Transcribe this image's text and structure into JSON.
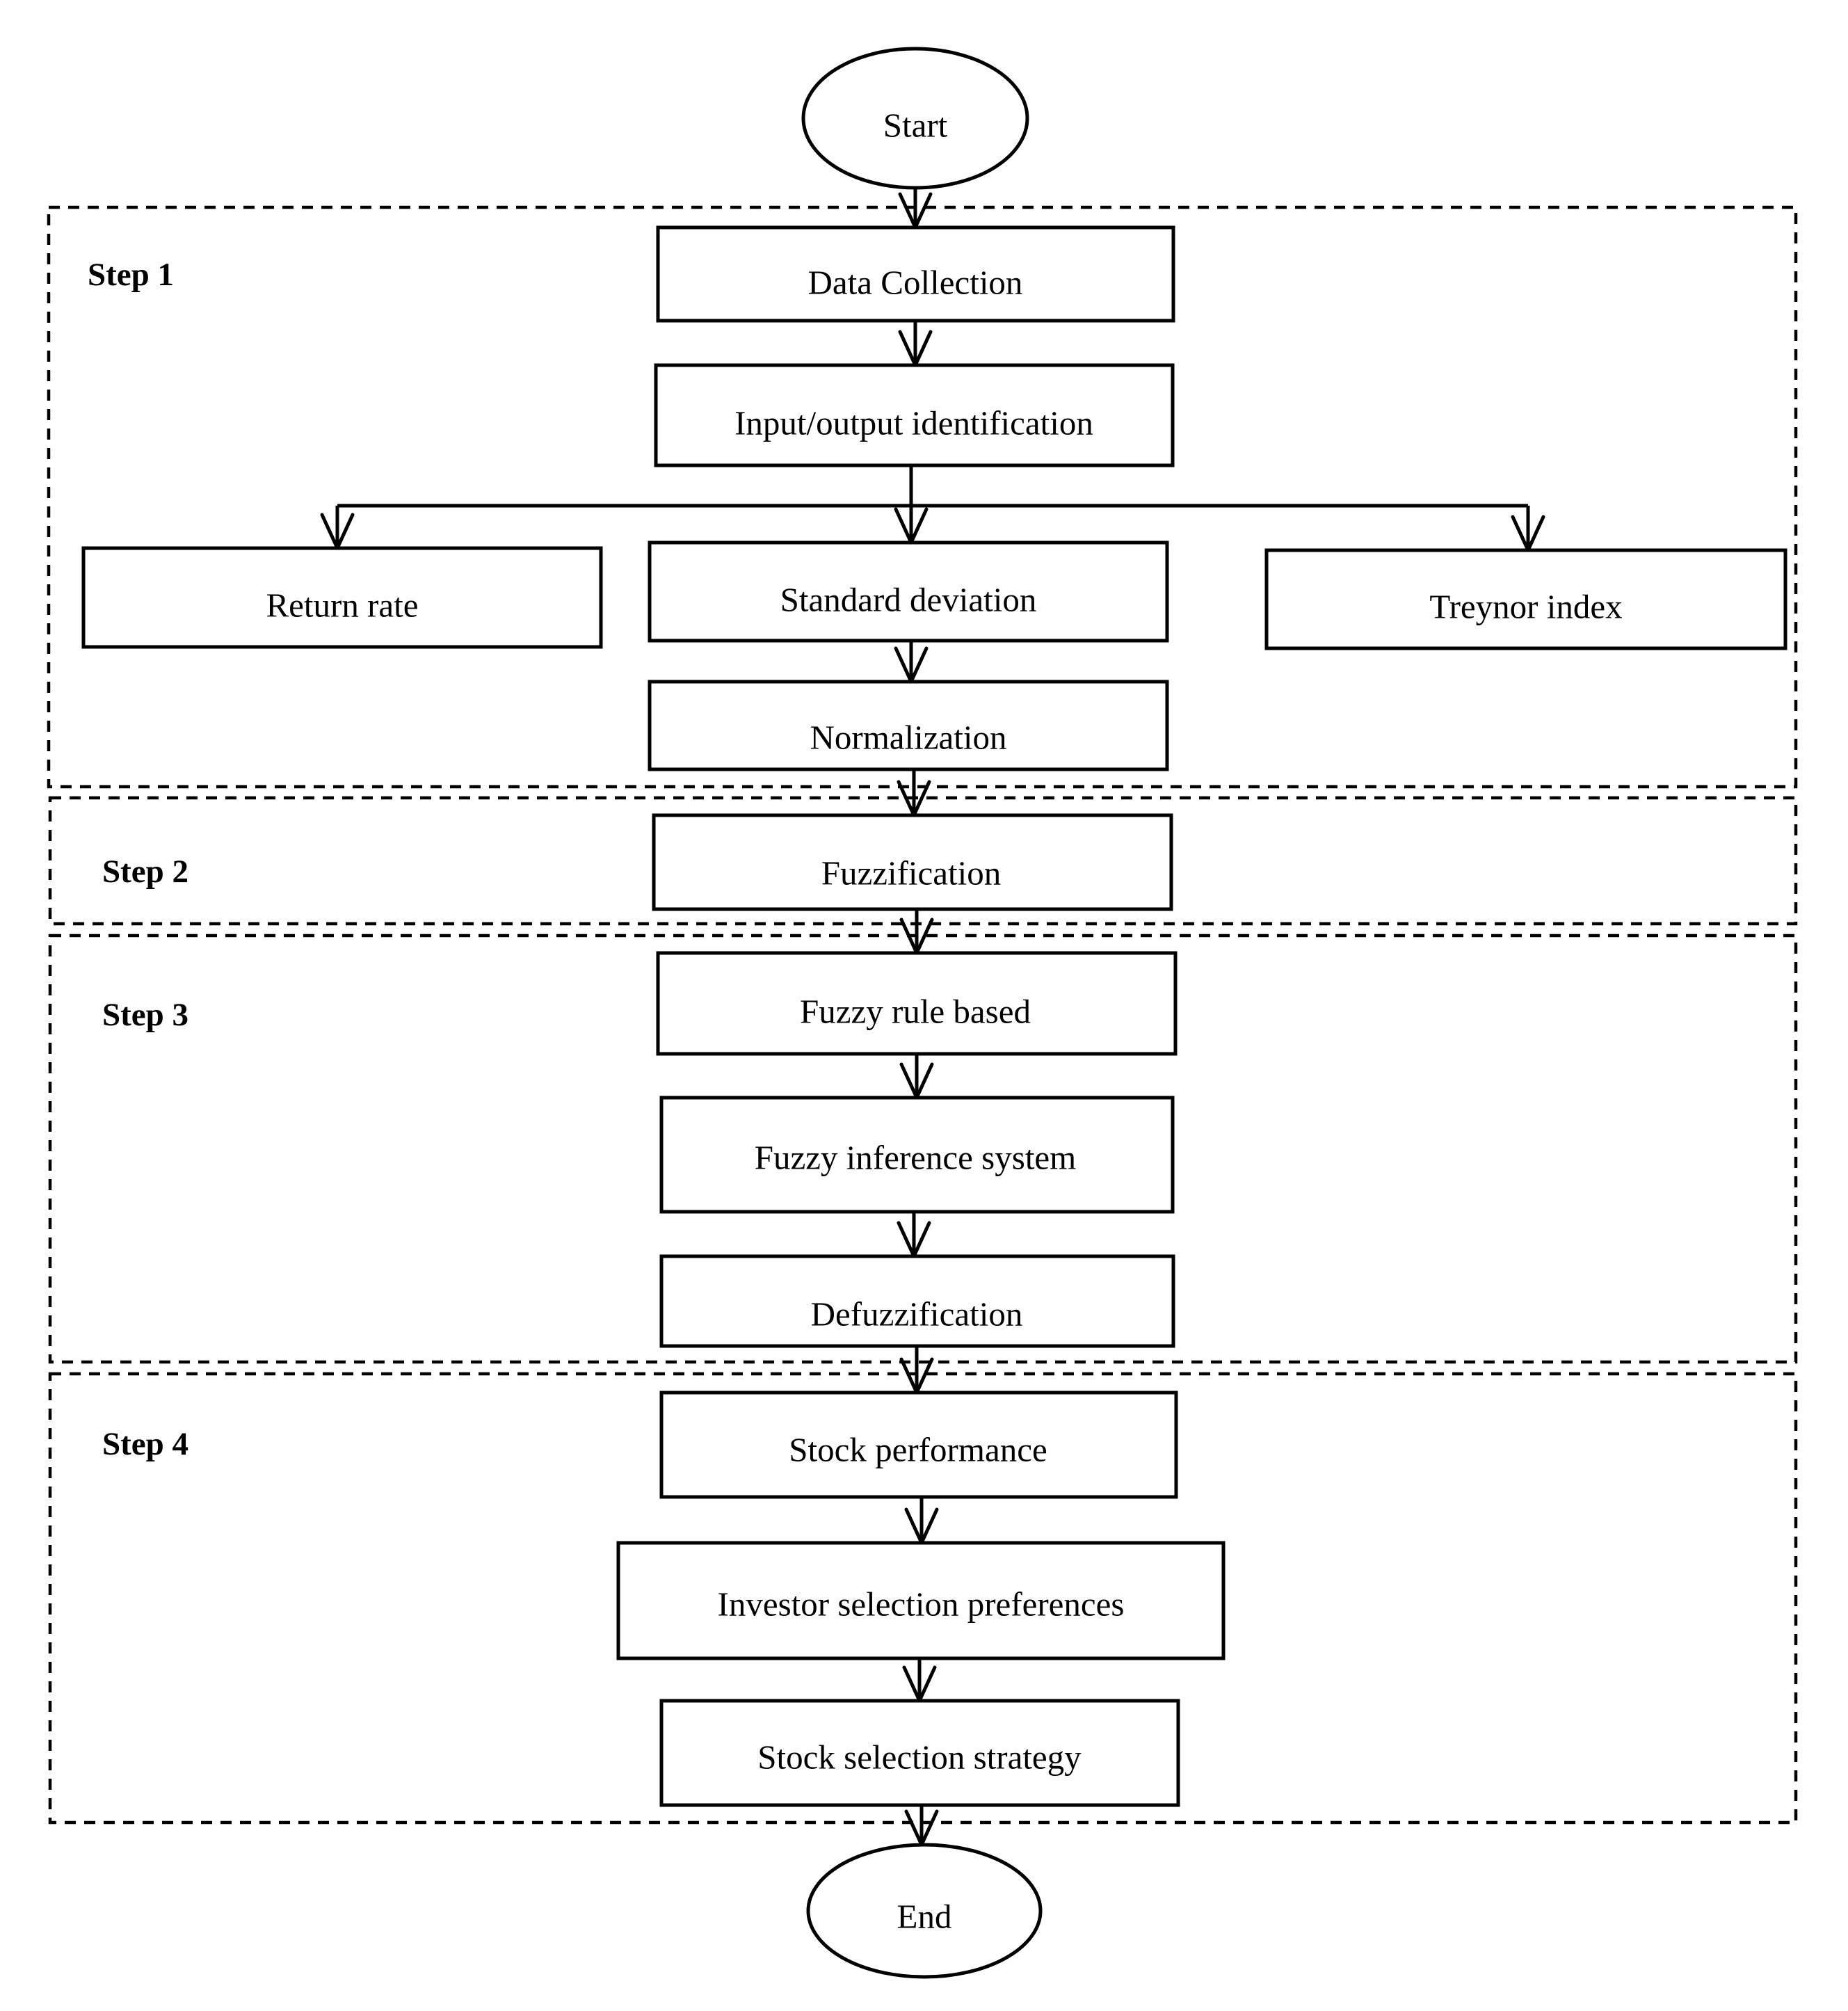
{
  "start": {
    "label": "Start"
  },
  "end": {
    "label": "End"
  },
  "steps": [
    {
      "label": "Step 1"
    },
    {
      "label": "Step 2"
    },
    {
      "label": "Step 3"
    },
    {
      "label": "Step 4"
    }
  ],
  "nodes": {
    "data_collection": "Data Collection",
    "io_identification": "Input/output identification",
    "return_rate": "Return rate",
    "standard_deviation": "Standard deviation",
    "treynor_index": "Treynor index",
    "normalization": "Normalization",
    "fuzzification": "Fuzzification",
    "fuzzy_rule_based": "Fuzzy rule based",
    "fuzzy_inference_system": "Fuzzy inference system",
    "defuzzification": "Defuzzification",
    "stock_performance": "Stock performance",
    "investor_selection_preferences": "Investor selection preferences",
    "stock_selection_strategy": "Stock selection strategy"
  }
}
